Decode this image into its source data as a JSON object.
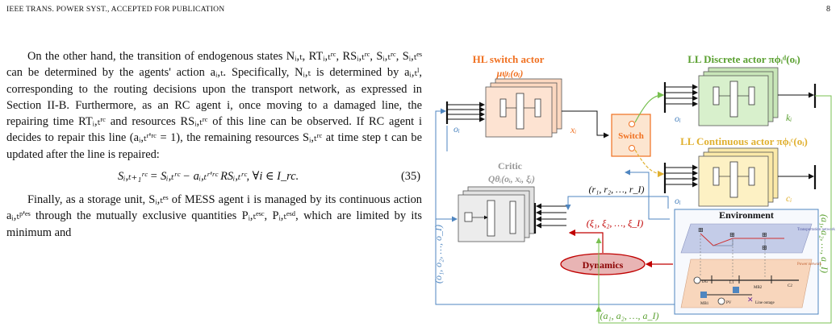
{
  "header": {
    "journal": "IEEE TRANS. POWER SYST., ACCEPTED FOR PUBLICATION",
    "page": "8"
  },
  "body": {
    "p1": "On the other hand, the transition of endogenous states Nᵢ,ₜ, RTᵢ,ₜʳᶜ, RSᵢ,ₜʳᶜ, Sᵢ,ₜʳᶜ, Sᵢ,ₜᵉˢ can be determined by the agents' action aᵢ,ₜ. Specifically, Nᵢ,ₜ is determined by aᵢ,ₜˡ, corresponding to the routing decisions upon the transport network, as expressed in Section II-B. Furthermore, as an RC agent i, once moving to a damaged line, the repairing time RTᵢ,ₜʳᶜ and resources RSᵢ,ₜʳᶜ of this line can be observed. If RC agent i decides to repair this line (aᵢ,ₜʳ'ʳᶜ = 1), the remaining resources Sᵢ,ₜʳᶜ at time step t can be updated after the line is repaired:",
    "equation": "Sᵢ,ₜ₊₁ʳᶜ = Sᵢ,ₜʳᶜ − aᵢ,ₜʳ'ʳᶜ RSᵢ,ₜʳᶜ, ∀i ∈ I_rc.",
    "equation_number": "(35)",
    "p2": "Finally, as a storage unit, Sᵢ,ₜᵉˢ of MESS agent i is managed by its continuous action aᵢ,ₜᵖ'ᵉˢ through the mutually exclusive quantities Pᵢ,ₜᵉˢᶜ, Pᵢ,ₜᵉˢᵈ, which are limited by its minimum and"
  },
  "figure": {
    "hl_actor_title": "HL switch actor",
    "hl_actor_sub": "μψᵢ(oᵢ)",
    "ll_discrete_title": "LL Discrete actor πϕᵢᵈ(oᵢ)",
    "ll_continuous_title": "LL Continuous actor πϕᵢᶜ(oᵢ)",
    "critic_title": "Critic",
    "critic_sub": "Qθᵢ(oᵢ, xᵢ, ξᵢ)",
    "switch_label": "Switch",
    "environment_label": "Environment",
    "dynamics_label": "Dynamics",
    "o_hl": "oᵢ",
    "x_hl": "xᵢ",
    "o_disc": "oᵢ",
    "k_disc": "kᵢ",
    "o_cont": "oᵢ",
    "c_cont": "cᵢ",
    "rewards": "(r₁, r₂, …, r_I)",
    "xi": "(ξ₁, ξ₂, …, ξ_I)",
    "actions_bottom": "(a₁, a₂, …, a_I)",
    "obs_left": "(o₁, o₂, …, o_I)",
    "actions_right": "(a₁, a₂, …, a_I)",
    "transport_label": "Transportation network",
    "power_label": "Power network",
    "line_outage": "Line outage",
    "env_labels": [
      "DG",
      "L1",
      "MB2",
      "C2",
      "MB1",
      "PV"
    ],
    "colors": {
      "orange": "#f0a070",
      "green": "#78c050",
      "yellow": "#f0d060",
      "blue": "#4f86c0",
      "red": "#c00000"
    }
  }
}
